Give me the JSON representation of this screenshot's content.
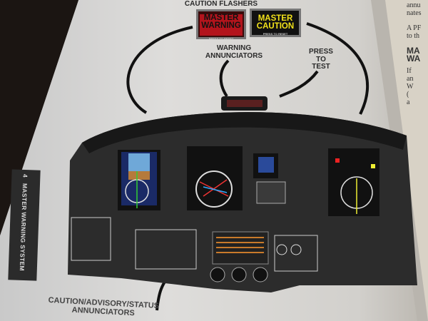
{
  "labels": {
    "caution_flashers": "CAUTION FLASHERS",
    "warning_annunciators": [
      "WARNING",
      "ANNUNCIATORS"
    ],
    "press_to_test": [
      "PRESS",
      "TO",
      "TEST"
    ],
    "caution_advisory_status": [
      "CAUTION/ADVISORY/STATUS",
      "ANNUNCIATORS"
    ]
  },
  "master_warning": {
    "text": [
      "MASTER",
      "WARNING"
    ],
    "sub": "PRESS TO RESET",
    "color": "#b3141c"
  },
  "master_caution": {
    "text": [
      "MASTER",
      "CAUTION"
    ],
    "sub": "PRESS TO RESET",
    "color": "#f2e21a"
  },
  "section_tab": {
    "number": "4",
    "title": "MASTER WARNING SYSTEM"
  },
  "right_page_fragments": [
    "annu",
    "nates",
    "A PF",
    "to th",
    "MA",
    "WA",
    "If",
    "an",
    "W",
    "(",
    "a"
  ]
}
